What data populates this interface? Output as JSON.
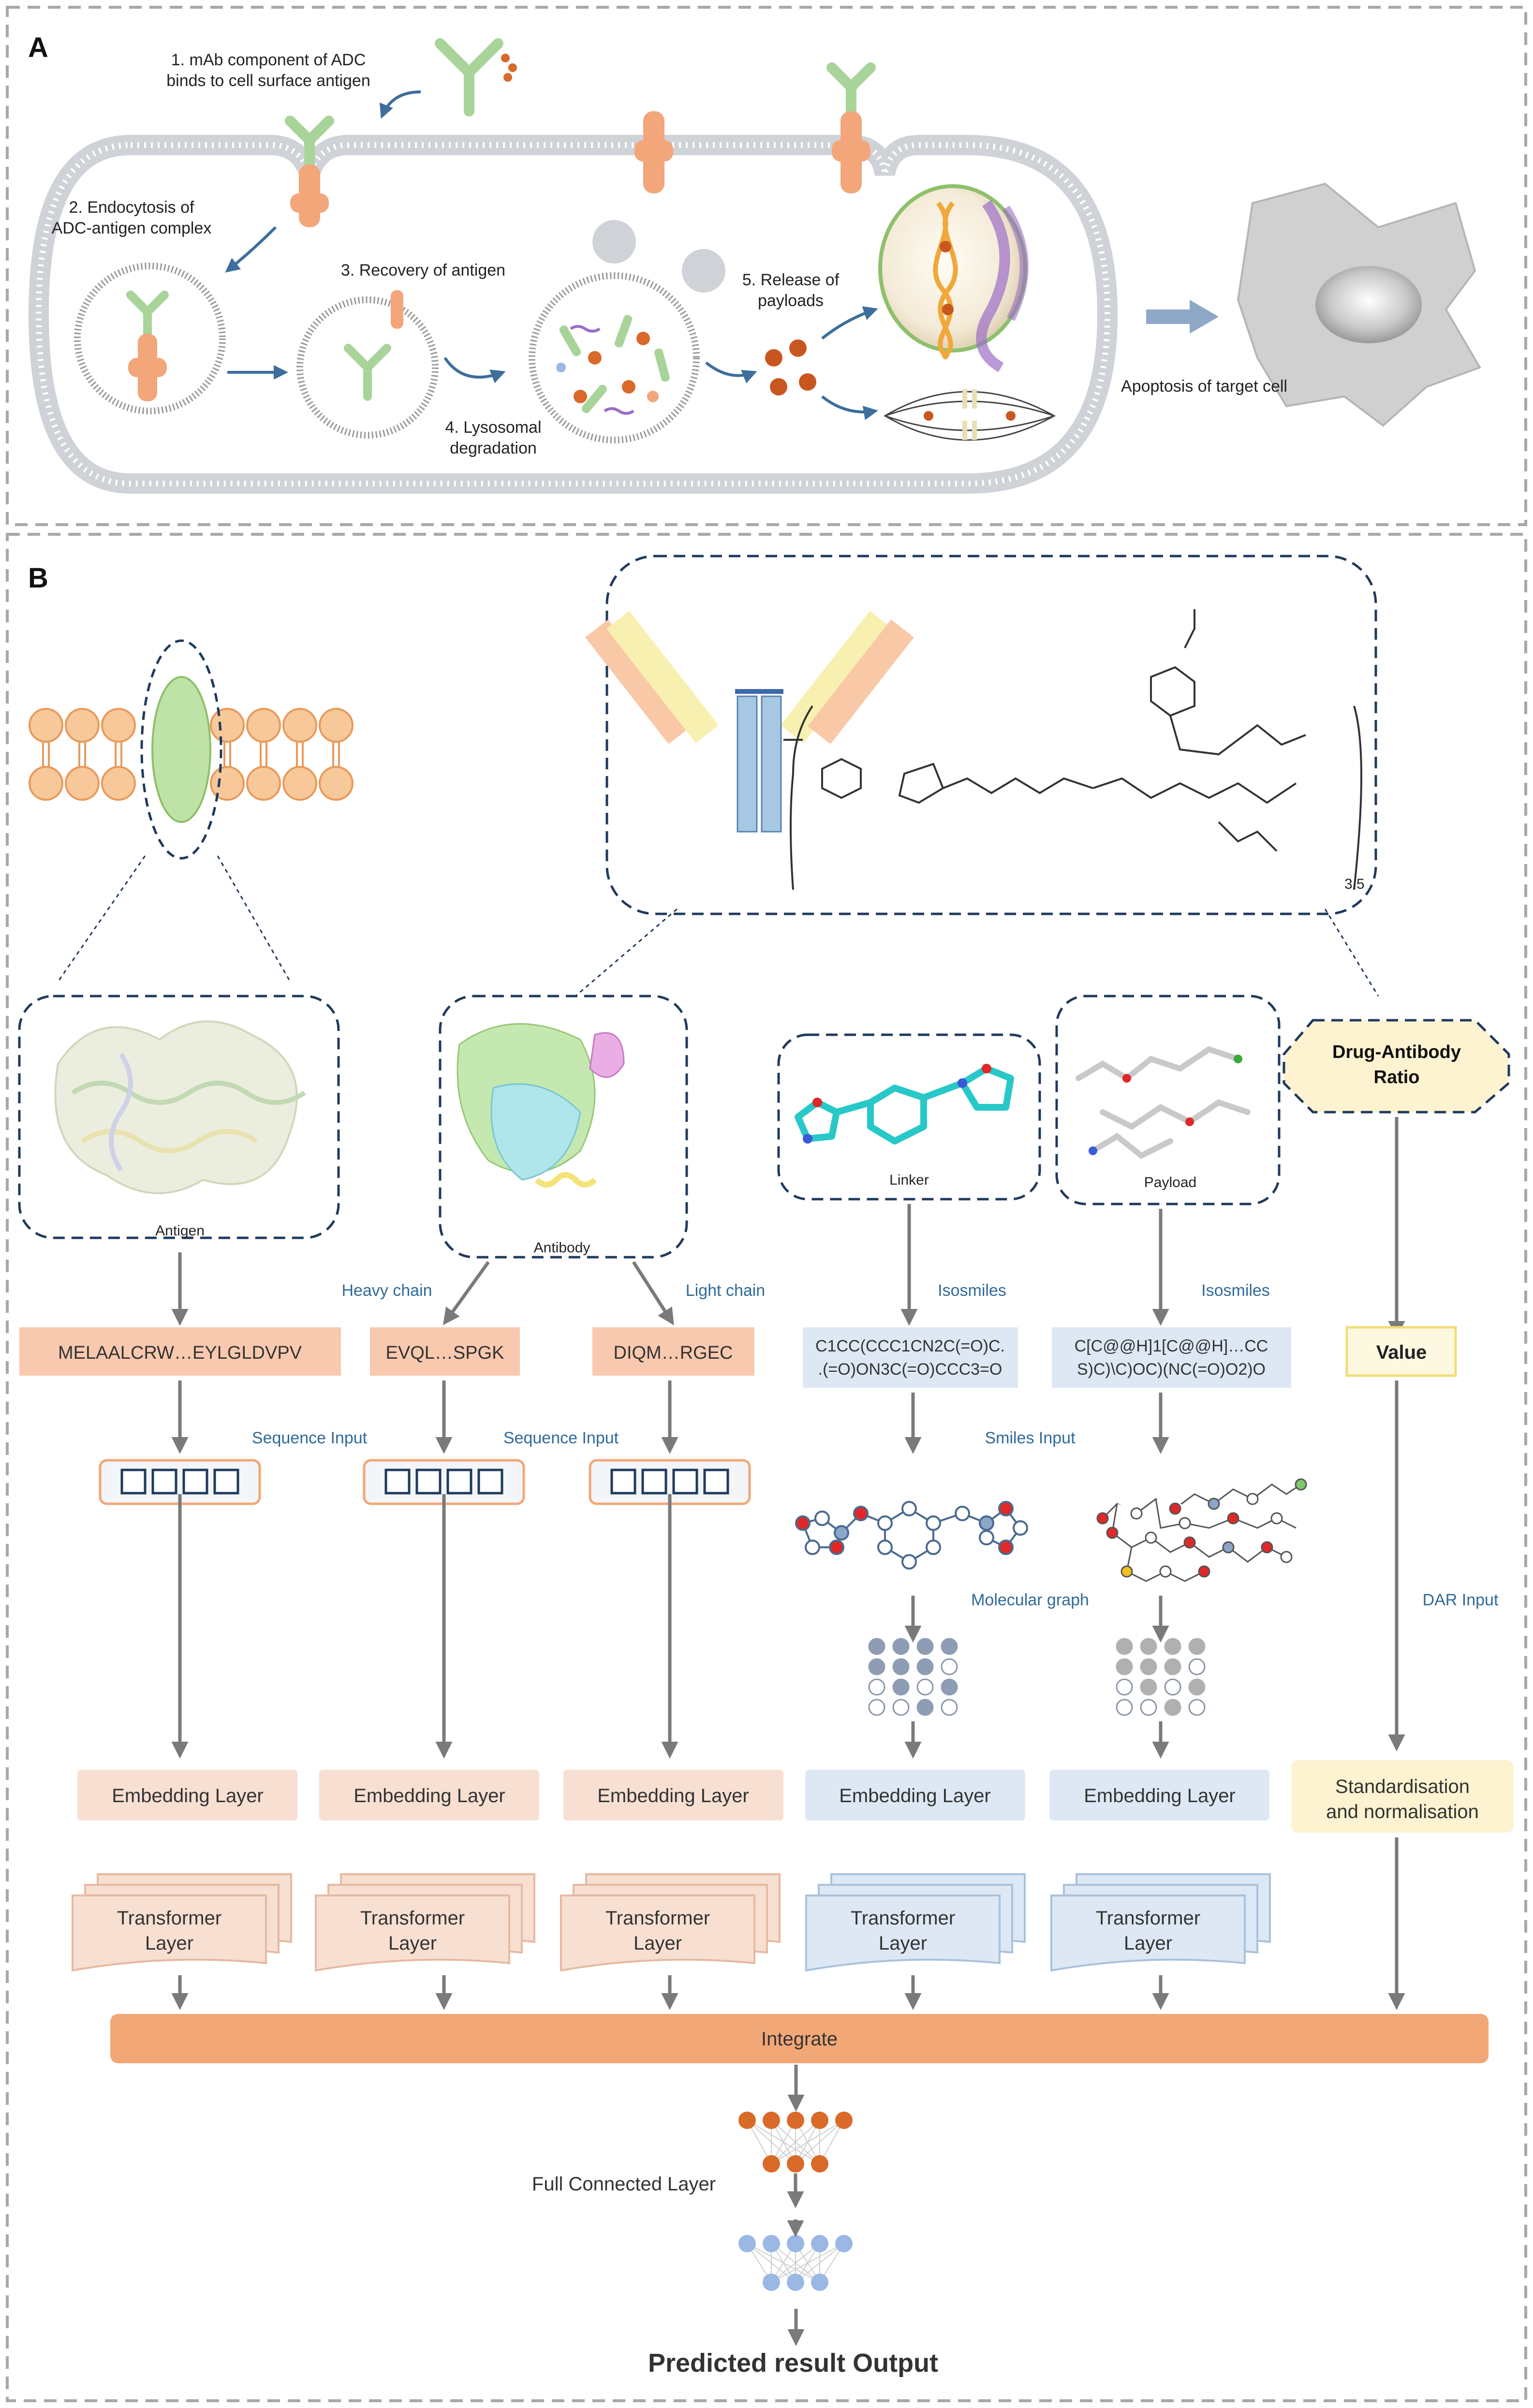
{
  "panel_a": {
    "label": "A",
    "step1_line1": "1. mAb component of ADC",
    "step1_line2": "binds to cell surface antigen",
    "step2_line1": "2. Endocytosis of",
    "step2_line2": "ADC-antigen complex",
    "step3": "3. Recovery of antigen",
    "step4_line1": "4. Lysosomal",
    "step4_line2": "degradation",
    "step5_line1": "5. Release of",
    "step5_line2": "payloads",
    "apoptosis": "Apoptosis of target cell"
  },
  "panel_b": {
    "label": "B",
    "dar_subscript": "3.5",
    "columns": {
      "antigen": {
        "structure_label": "Antigen",
        "sequence": "MELAALCRW…EYLGLDVPV",
        "input_label": "Sequence Input",
        "embedding": "Embedding Layer",
        "transformer_line1": "Transformer",
        "transformer_line2": "Layer"
      },
      "heavy": {
        "branch_label": "Heavy chain",
        "sequence": "EVQL…SPGK",
        "input_label": "Sequence Input",
        "embedding": "Embedding Layer",
        "transformer_line1": "Transformer",
        "transformer_line2": "Layer"
      },
      "light": {
        "branch_label": "Light chain",
        "sequence": "DIQM…RGEC",
        "embedding": "Embedding Layer",
        "transformer_line1": "Transformer",
        "transformer_line2": "Layer"
      },
      "antibody": {
        "structure_label": "Antibody"
      },
      "linker": {
        "structure_label": "Linker",
        "isosmiles": "Isosmiles",
        "smiles_line1": "C1CC(CCC1CN2C(=O)C.",
        "smiles_line2": ".(=O)ON3C(=O)CCC3=O",
        "input_label": "Smiles Input",
        "embedding": "Embedding Layer",
        "transformer_line1": "Transformer",
        "transformer_line2": "Layer"
      },
      "payload": {
        "structure_label": "Payload",
        "isosmiles": "Isosmiles",
        "smiles_line1": "C[C@@H]1[C@@H]…CC",
        "smiles_line2": "S)C)\\C)OC)(NC(=O)O2)O",
        "graph_label": "Molecular graph",
        "embedding": "Embedding Layer",
        "transformer_line1": "Transformer",
        "transformer_line2": "Layer"
      },
      "dar": {
        "title_line1": "Drug-Antibody",
        "title_line2": "Ratio",
        "value": "Value",
        "input_label": "DAR Input",
        "norm_line1": "Standardisation",
        "norm_line2": "and normalisation"
      }
    },
    "integrate": "Integrate",
    "fc_label": "Full  Connected  Layer",
    "output": "Predicted result Output"
  },
  "colors": {
    "border_dash": "#a8a8a8",
    "arrow_gray": "#7a7a7a",
    "arrow_blue": "#3d6e9c",
    "label_blue": "#2f6a9a",
    "salmon": "#f7dfd1",
    "salmon_box": "#f8c9ae",
    "blue_box": "#dde8f4",
    "yellow": "#fdf3d0",
    "integrate": "#f2a777",
    "orange_node": "#d96a2a",
    "blue_node": "#9ab8e3",
    "antibody_green": "#a8d49a",
    "antigen_orange": "#f2a67a",
    "membrane_gray": "#cfd2d6"
  }
}
